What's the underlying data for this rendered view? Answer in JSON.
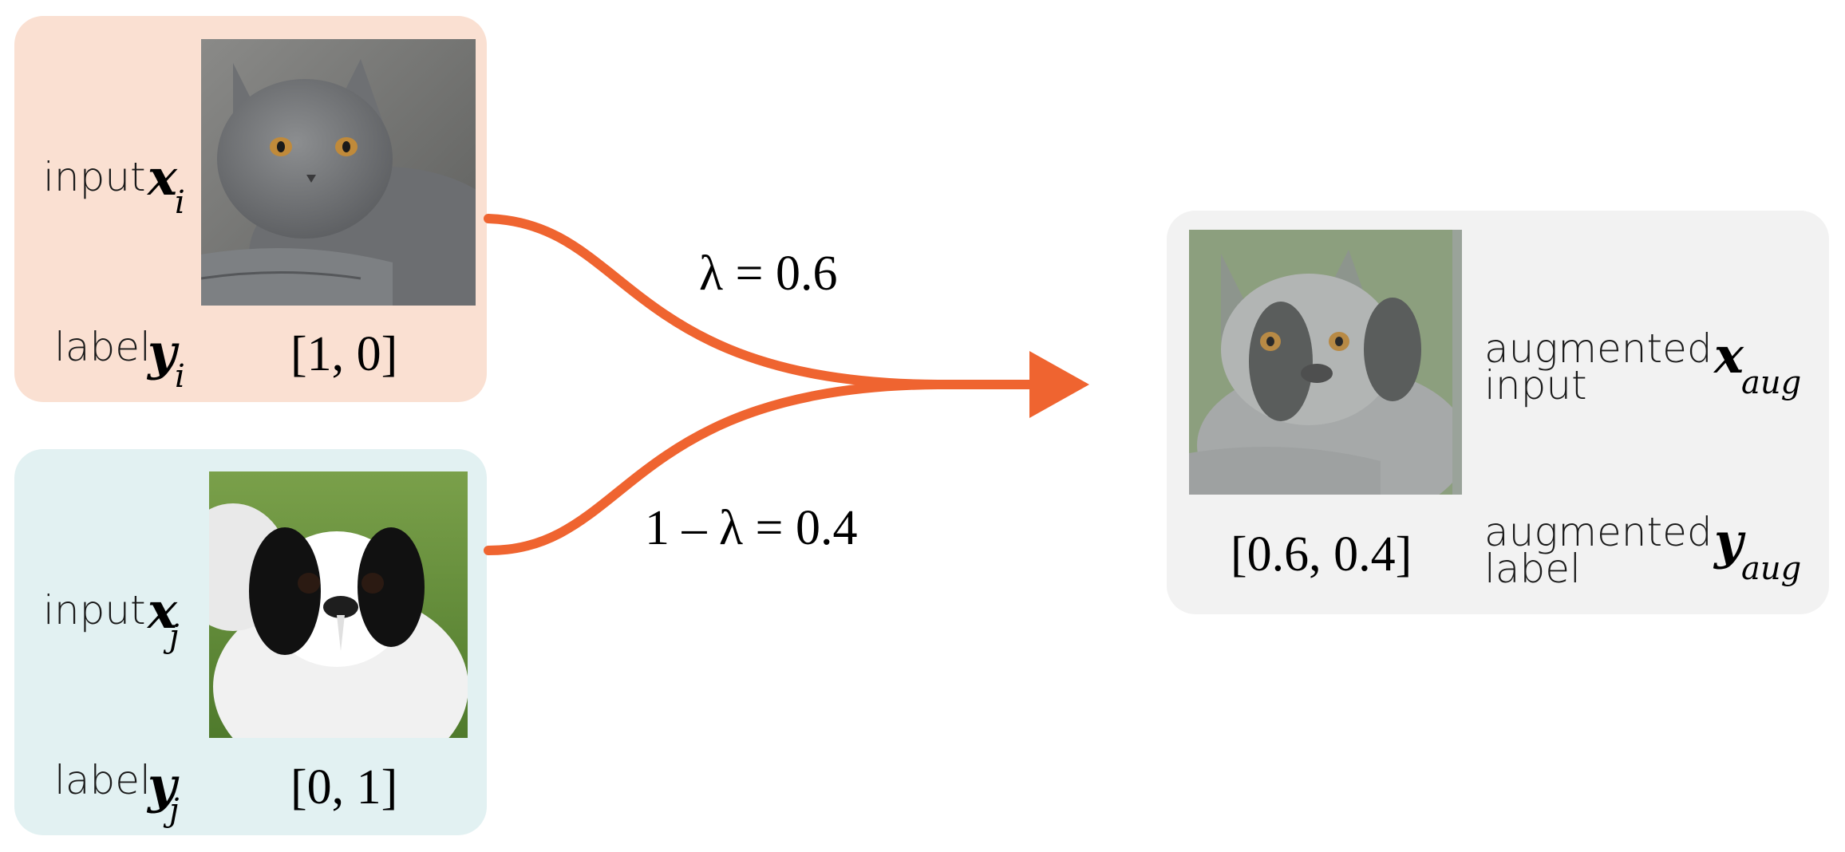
{
  "colors": {
    "panel_i": "#fae0d2",
    "panel_j": "#e2f1f2",
    "panel_aug": "#f2f2f2",
    "arrow": "#ef6430"
  },
  "panel_i": {
    "input_label": "input",
    "input_var": "x",
    "input_sub": "i",
    "label_label": "label",
    "label_var": "y",
    "label_sub": "i",
    "label_value": "[1, 0]",
    "image_icon": "gray-cat-photo"
  },
  "panel_j": {
    "input_label": "input",
    "input_var": "x",
    "input_sub": "j",
    "label_label": "label",
    "label_var": "y",
    "label_sub": "j",
    "label_value": "[0, 1]",
    "image_icon": "black-white-dog-photo"
  },
  "arrows": {
    "lambda_text": "λ = 0.6",
    "one_minus_lambda_text": "1 – λ = 0.4"
  },
  "panel_aug": {
    "input_line1": "augmented",
    "input_line2": "input",
    "input_var": "x",
    "input_sub": "aug",
    "label_line1": "augmented",
    "label_line2": "label",
    "label_var": "y",
    "label_sub": "aug",
    "label_value": "[0.6, 0.4]",
    "image_icon": "blended-cat-dog-photo"
  }
}
